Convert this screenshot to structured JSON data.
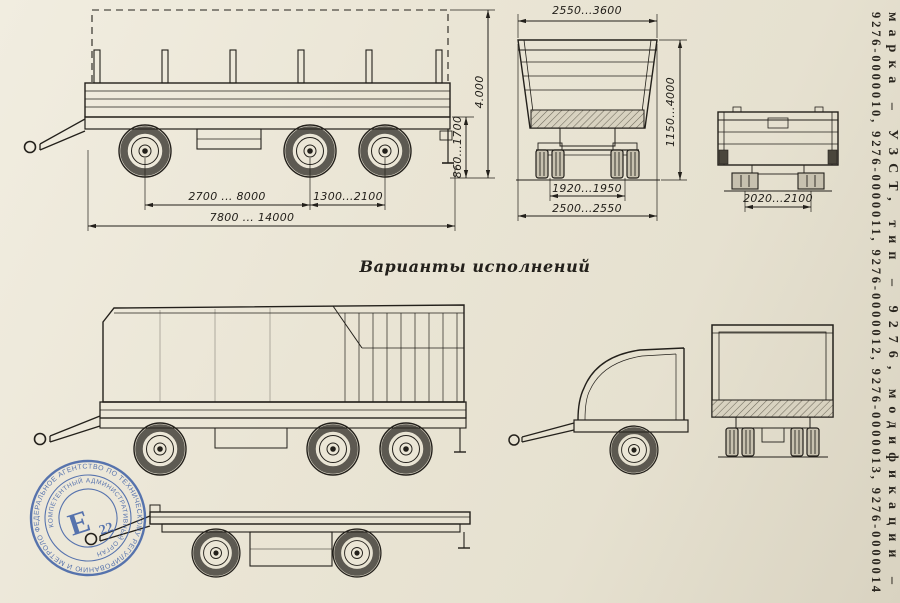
{
  "sheet": {
    "title": "Варианты исполнений",
    "background": "#e9e4d4",
    "ink": "#23201b",
    "stamp_color": "#3d5fa6"
  },
  "designation": {
    "line1": "марка – УЗСТ, тип – 9276, модификации –",
    "line2": "9276-0000010, 9276-0000011, 9276-0000012, 9276-0000013, 9276-0000014"
  },
  "dimensions": {
    "side_view": {
      "axle_spread": "2700 ... 8000",
      "tandem_base": "1300...2100",
      "overall_length": "7800 ... 14000",
      "platform_height": "860...1700",
      "overall_height": "4.000"
    },
    "front_view": {
      "top_width": "2550...3600",
      "track": "1920...1950",
      "overall_width": "2500...2550",
      "body_height": "1150...4000"
    },
    "rear_view": {
      "overall_width": "2020...2100"
    }
  },
  "stamp": {
    "outer_ring": "ФЕДЕРАЛЬНОЕ АГЕНТСТВО ПО ТЕХНИЧЕСКОМУ РЕГУЛИРОВАНИЮ И МЕТРОЛОГИИ",
    "inner_ring": "КОМПЕТЕНТНЫЙ АДМИНИСТРАТИВНЫЙ ОРГАН",
    "letter": "Е",
    "number": "22"
  }
}
